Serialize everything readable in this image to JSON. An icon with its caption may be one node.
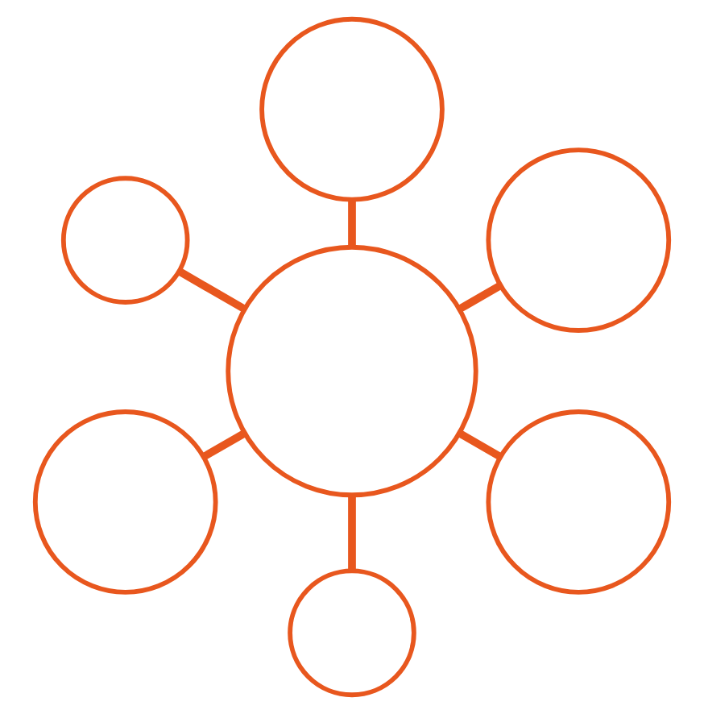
{
  "diagram": {
    "nodes": [
      {
        "text": [],
        "shape": "circle"
      },
      {
        "text": [],
        "shape": "circle"
      },
      {
        "text": [],
        "shape": "circle"
      },
      {
        "text": [],
        "shape": "circle"
      },
      {
        "text": [],
        "shape": "circle"
      },
      {
        "text": [],
        "shape": "circle"
      },
      {
        "text": [],
        "shape": "circle"
      }
    ],
    "edges": [
      {
        "from": 2,
        "to": 0,
        "arrow": "none"
      },
      {
        "from": 2,
        "to": 1,
        "arrow": "none"
      },
      {
        "from": 2,
        "to": 3,
        "arrow": "none"
      },
      {
        "from": 2,
        "to": 4,
        "arrow": "none"
      },
      {
        "from": 2,
        "to": 5,
        "arrow": "none"
      },
      {
        "from": 2,
        "to": 6,
        "arrow": "none"
      }
    ]
  }
}
